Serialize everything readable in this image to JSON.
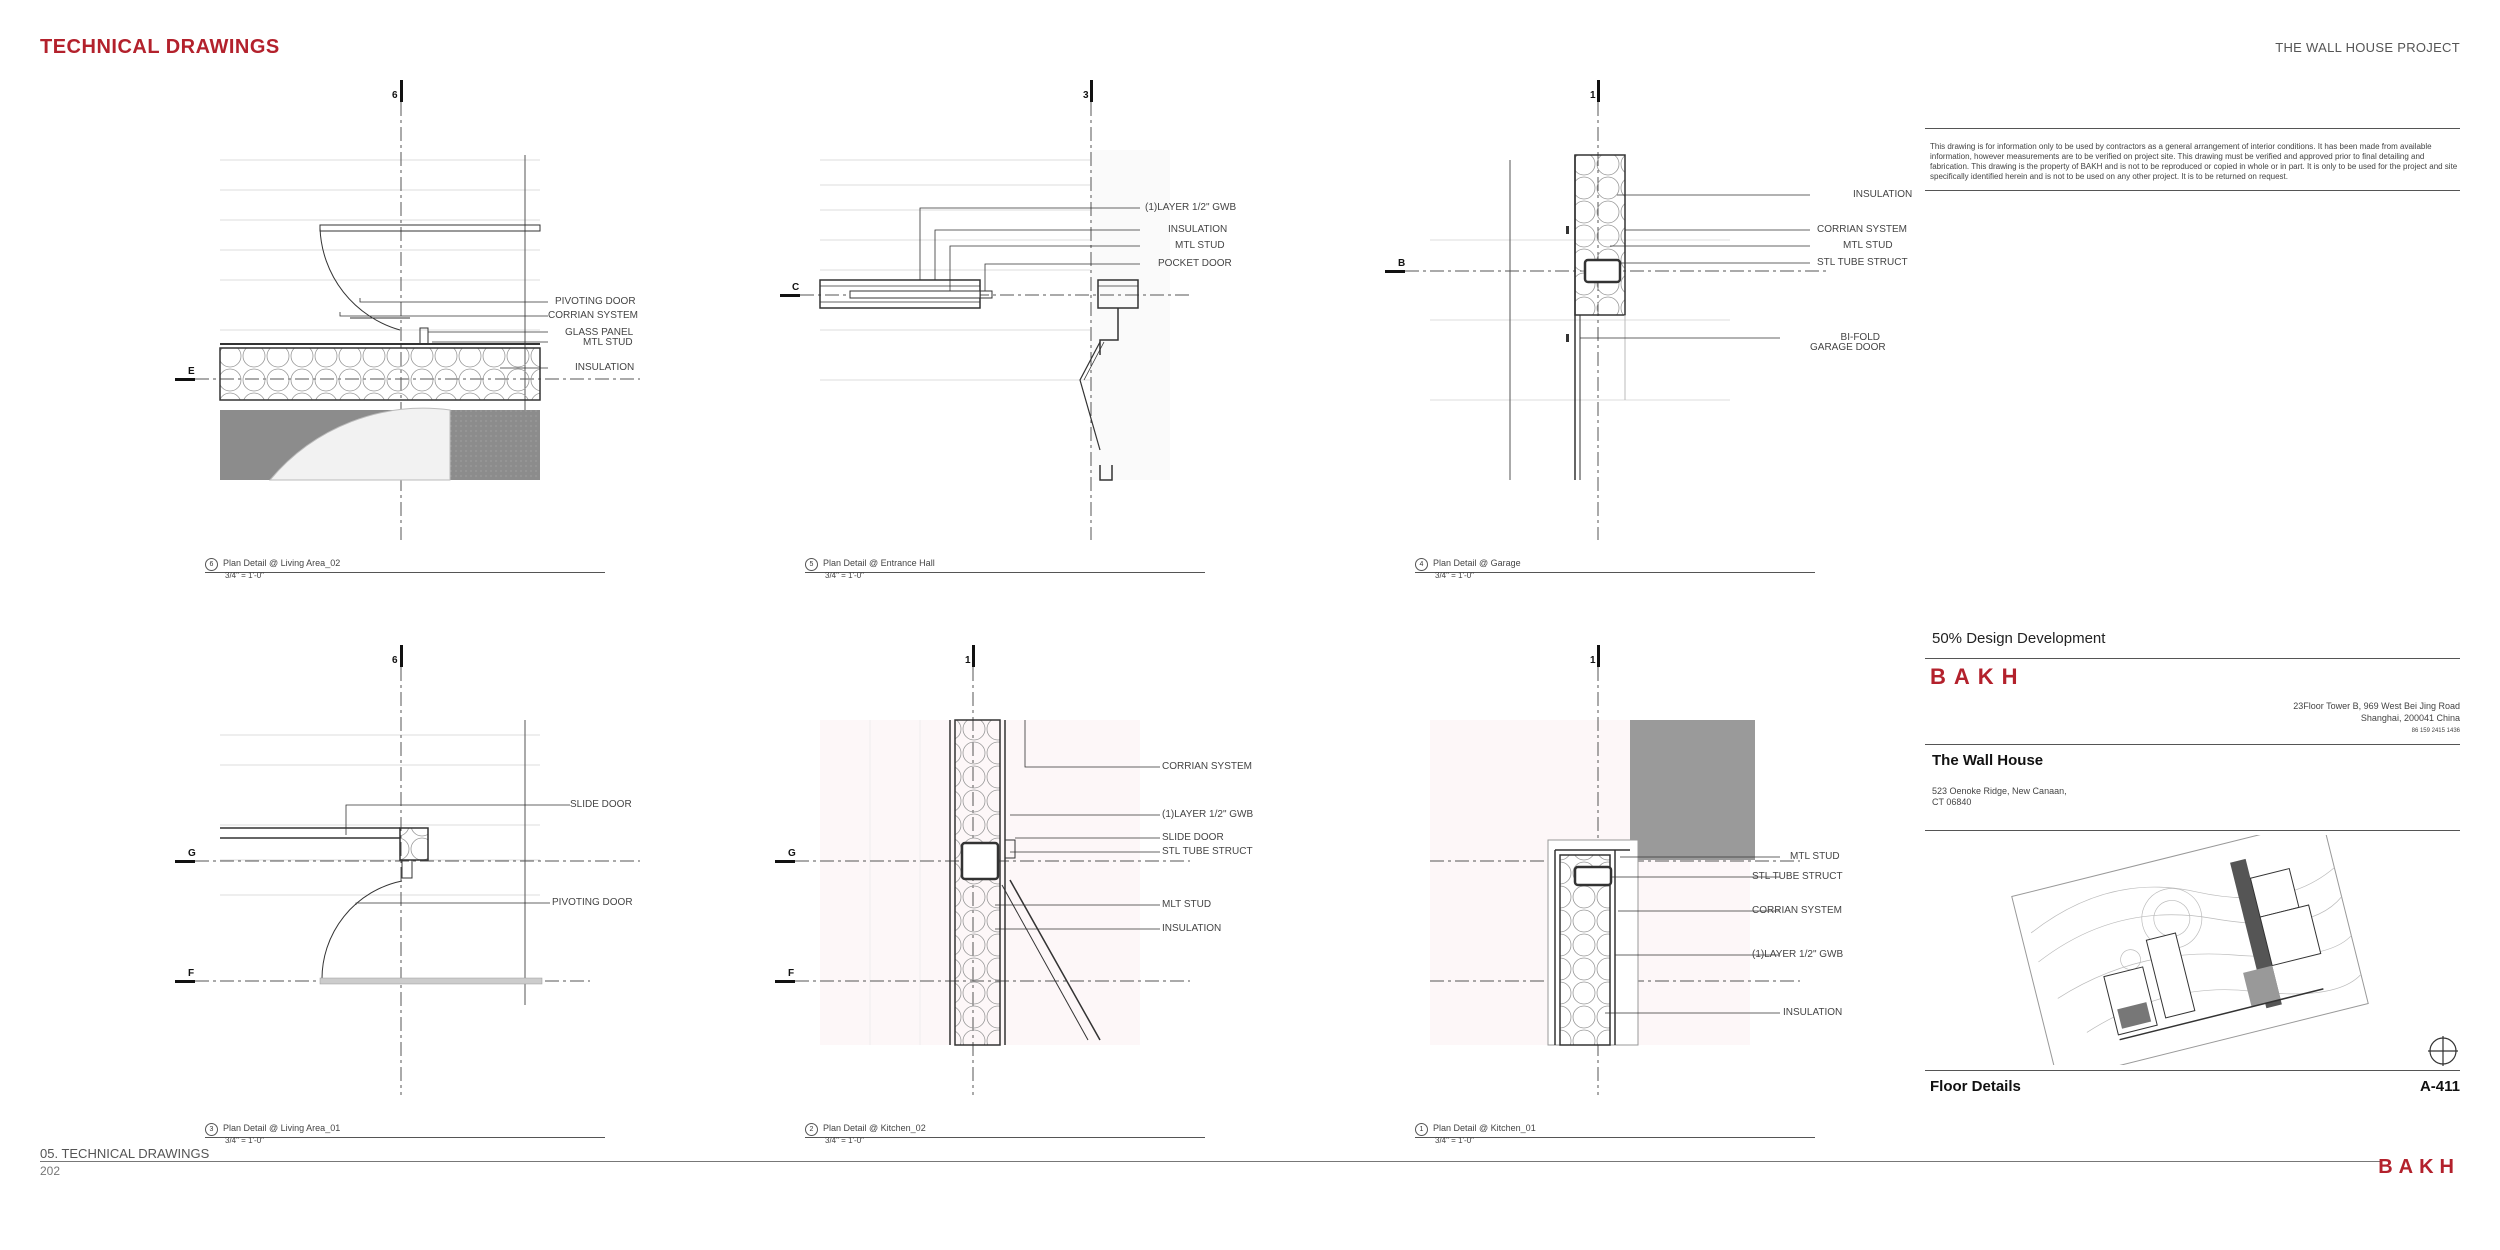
{
  "header": {
    "section_title": "TECHNICAL DRAWINGS",
    "project_title": "THE WALL HOUSE PROJECT"
  },
  "details": [
    {
      "id": "d6",
      "number": "6",
      "title": "Plan Detail @ Living Area_02",
      "scale": "3/4\" = 1'-0\"",
      "grid_top": "6",
      "grid_side": "E",
      "labels": [
        "PIVOTING DOOR",
        "CORRIAN SYSTEM",
        "GLASS PANEL",
        "MTL STUD",
        "INSULATION"
      ]
    },
    {
      "id": "d5",
      "number": "5",
      "title": "Plan Detail @ Entrance Hall",
      "scale": "3/4\" = 1'-0\"",
      "grid_top": "3",
      "grid_side": "C",
      "labels": [
        "(1)LAYER 1/2\" GWB",
        "INSULATION",
        "MTL STUD",
        "POCKET DOOR"
      ]
    },
    {
      "id": "d4",
      "number": "4",
      "title": "Plan Detail @ Garage",
      "scale": "3/4\" = 1'-0\"",
      "grid_top": "1",
      "grid_side": "B",
      "labels": [
        "INSULATION",
        "CORRIAN SYSTEM",
        "MTL STUD",
        "STL TUBE STRUCT",
        "BI-FOLD",
        "GARAGE DOOR"
      ]
    },
    {
      "id": "d3",
      "number": "3",
      "title": "Plan Detail @ Living Area_01",
      "scale": "3/4\" = 1'-0\"",
      "grid_top": "6",
      "grid_side_1": "G",
      "grid_side_2": "F",
      "labels": [
        "SLIDE DOOR",
        "PIVOTING DOOR"
      ]
    },
    {
      "id": "d2",
      "number": "2",
      "title": "Plan Detail @ Kitchen_02",
      "scale": "3/4\" = 1'-0\"",
      "grid_top": "1",
      "grid_side_1": "G",
      "grid_side_2": "F",
      "labels": [
        "CORRIAN SYSTEM",
        "(1)LAYER 1/2\" GWB",
        "SLIDE DOOR",
        "STL TUBE STRUCT",
        "MLT STUD",
        "INSULATION"
      ]
    },
    {
      "id": "d1",
      "number": "1",
      "title": "Plan Detail @ Kitchen_01",
      "scale": "3/4\" = 1'-0\"",
      "grid_top": "1",
      "labels": [
        "MTL STUD",
        "STL TUBE STRUCT",
        "CORRIAN SYSTEM",
        "(1)LAYER 1/2\" GWB",
        "INSULATION"
      ]
    }
  ],
  "title_block": {
    "disclaimer": "This drawing is for information only to be used by contractors as a general arrangement of interior conditions. It has been made from available information, however measurements are to be verified on project site. This drawing must be verified and approved prior to final detailing and fabrication. This drawing is the property of BAKH and is not to be reproduced or copied in whole or in part. It is only to be used for the project and site specifically identified herein and is not to be used on any other project. It is to be returned on request.",
    "status": "50% Design Development",
    "firm_logo": "BAKH",
    "firm_address_1": "23Floor Tower B, 969 West Bei Jing Road",
    "firm_address_2": "Shanghai, 200041 China",
    "firm_tel": "86 159 2415 1436",
    "project_name": "The Wall House",
    "project_address_1": "523 Oenoke Ridge, New Canaan,",
    "project_address_2": "CT 06840",
    "sheet_title": "Floor Details",
    "sheet_number": "A-411"
  },
  "footer": {
    "section": "05. TECHNICAL DRAWINGS",
    "page": "202",
    "logo": "BAKH"
  },
  "colors": {
    "accent": "#b3212c",
    "line": "#333333",
    "hatch_fill": "#999999"
  }
}
